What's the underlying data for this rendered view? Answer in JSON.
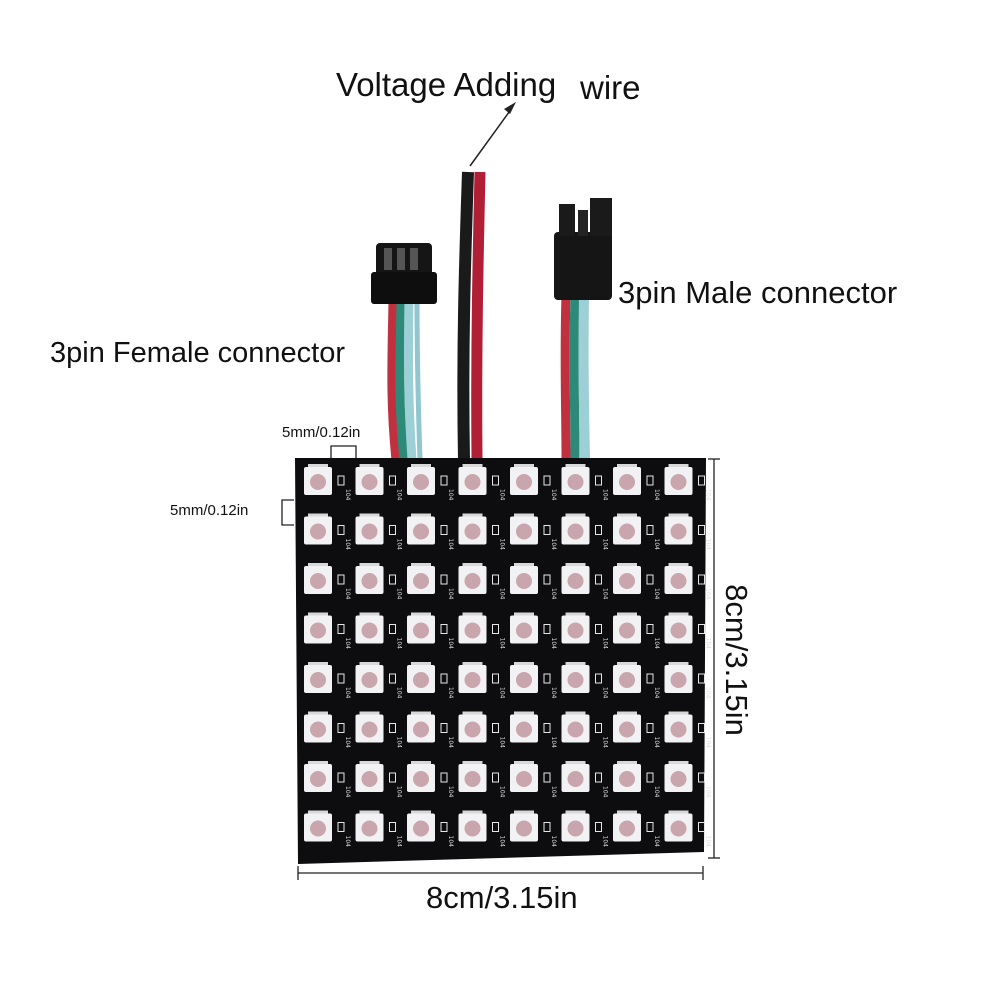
{
  "labels": {
    "voltage_a": "Voltage Adding",
    "voltage_b": "wire",
    "male_connector": "3pin Male connector",
    "female_connector": "3pin Female connector",
    "pitch_horizontal": "5mm/0.12in",
    "pitch_vertical": "5mm/0.12in",
    "width": "8cm/3.15in",
    "height": "8cm/3.15in"
  },
  "board": {
    "rows": 8,
    "cols": 8,
    "component_marking": "104",
    "board_color": "#0d0d0f",
    "led_body_color": "#f2f2f4",
    "led_lens_color": "#c9a6ae"
  },
  "wires": {
    "colors": [
      "#c0303e",
      "#2e8a78",
      "#9ccfd6",
      "#1a1a1a",
      "#b01f35"
    ]
  }
}
